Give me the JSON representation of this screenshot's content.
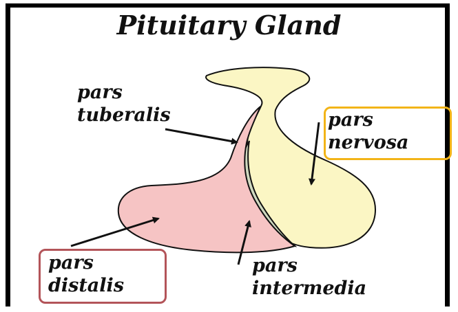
{
  "title": "Pituitary Gland",
  "labels": {
    "pars_tuberalis": [
      "pars",
      "tuberalis"
    ],
    "pars_nervosa": [
      "pars",
      "nervosa"
    ],
    "pars_distalis": [
      "pars",
      "distalis"
    ],
    "pars_intermedia": [
      "pars",
      "intermedia"
    ]
  },
  "colors": {
    "pars_distalis_fill": "#f6c4c4",
    "pars_nervosa_fill": "#fbf6c4",
    "pars_intermedia_fill": "#cfd9c0",
    "nervosa_box": "#f2b417",
    "distalis_box": "#b35459"
  }
}
